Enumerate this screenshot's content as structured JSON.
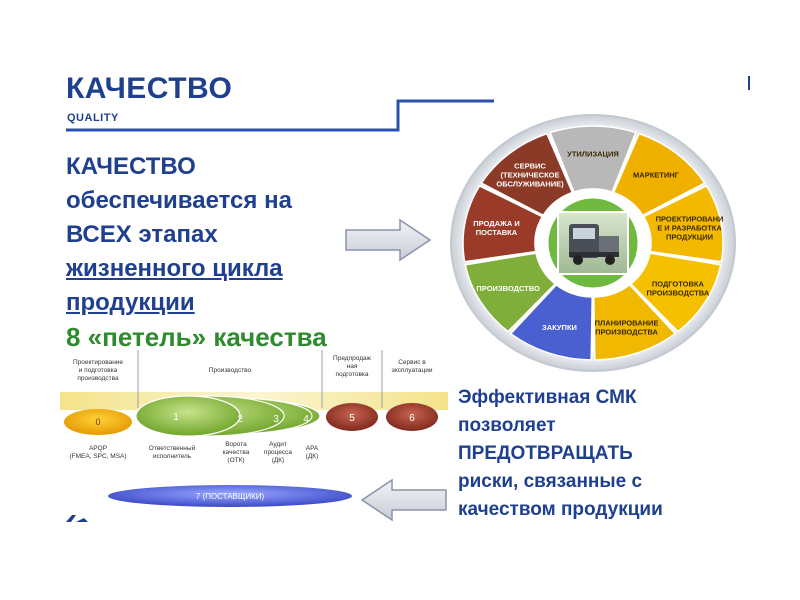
{
  "header": {
    "title": "КАЧЕСТВО",
    "subtitle": "QUALITY"
  },
  "main_text": {
    "line1": "КАЧЕСТВО",
    "line2": "обеспечивается на",
    "line3": "ВСЕХ этапах",
    "line4": "жизненного цикла",
    "line5": "продукции",
    "loops": "8 «петель» качества"
  },
  "smk_text": {
    "line1": "Эффективная СМК",
    "line2": "позволяет",
    "line3": "ПРЕДОТВРАЩАТЬ",
    "line4": "риски, связанные с",
    "line5": "качеством продукции"
  },
  "wheel": {
    "segments": [
      {
        "label1": "УТИЛИЗАЦИЯ",
        "label2": "",
        "label3": "",
        "color": "#b8b8b8"
      },
      {
        "label1": "МАРКЕТИНГ",
        "label2": "",
        "label3": "",
        "color": "#f0b000"
      },
      {
        "label1": "ПРОЕКТИРОВАНИ",
        "label2": "Е И РАЗРАБОТКА",
        "label3": "ПРОДУКЦИИ",
        "color": "#f2b900"
      },
      {
        "label1": "ПОДГОТОВКА",
        "label2": "ПРОИЗВОДСТВА",
        "label3": "",
        "color": "#f4c000"
      },
      {
        "label1": "ПЛАНИРОВАНИЕ",
        "label2": "ПРОИЗВОДСТВА",
        "label3": "",
        "color": "#f0b800"
      },
      {
        "label1": "ЗАКУПКИ",
        "label2": "",
        "label3": "",
        "color": "#4a5fd0"
      },
      {
        "label1": "ПРОИЗВОДСТВО",
        "label2": "",
        "label3": "",
        "color": "#7fae3a"
      },
      {
        "label1": "ПРОДАЖА И",
        "label2": "ПОСТАВКА",
        "label3": "",
        "color": "#9a3b2a"
      },
      {
        "label1": "СЕРВИС",
        "label2": "(ТЕХНИЧЕСКОЕ",
        "label3": "ОБСЛУЖИВАНИЕ)",
        "color": "#8c3a28"
      }
    ]
  },
  "diagram": {
    "headers": {
      "h1a": "Проектирование",
      "h1b": "и подготовка",
      "h1c": "производства",
      "h2": "Производство",
      "h3a": "Предпродаж",
      "h3b": "ная",
      "h3c": "подготовка",
      "h4a": "Сервис в",
      "h4b": "эксплуатации"
    },
    "loops": {
      "l0": "0",
      "l1": "1",
      "l2": "2",
      "l3": "3",
      "l4": "4",
      "l5": "5",
      "l6": "6",
      "l7": "7 (ПОСТАВЩИКИ)"
    },
    "labels": {
      "apqp1": "APQP",
      "apqp2": "(FMEA, SPC, MSA)",
      "resp1": "Ответственный",
      "resp2": "исполнитель",
      "gate1": "Ворота",
      "gate2": "качества",
      "gate3": "(ОТК)",
      "audit1": "Аудит",
      "audit2": "процесса",
      "audit3": "(ДК)",
      "apa1": "APA",
      "apa2": "(ДК)"
    }
  },
  "colors": {
    "brand_blue": "#1f3f8f",
    "green": "#2e8b2e"
  }
}
